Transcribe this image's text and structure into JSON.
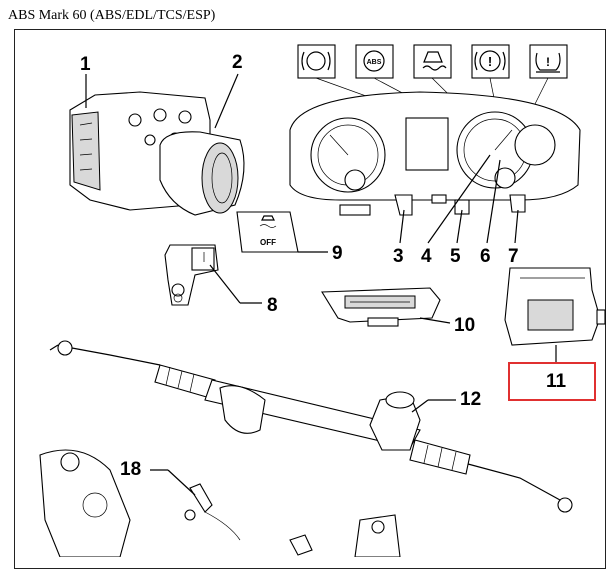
{
  "title": "ABS Mark 60 (ABS/EDL/TCS/ESP)",
  "highlight_color": "#e03030",
  "warning_lights": [
    {
      "icon": "brake-system-warning-icon"
    },
    {
      "icon": "abs-warning-icon",
      "text": "ABS"
    },
    {
      "icon": "esp-traction-control-icon"
    },
    {
      "icon": "brake-warning-icon",
      "text": "!"
    },
    {
      "icon": "tire-pressure-warning-icon",
      "text": "!"
    }
  ],
  "esp_off_button": {
    "label": "OFF"
  },
  "callouts": {
    "c1": "1",
    "c2": "2",
    "c3": "3",
    "c4": "4",
    "c5": "5",
    "c6": "6",
    "c7": "7",
    "c8": "8",
    "c9": "9",
    "c10": "10",
    "c11": "11",
    "c12": "12",
    "c18": "18"
  }
}
